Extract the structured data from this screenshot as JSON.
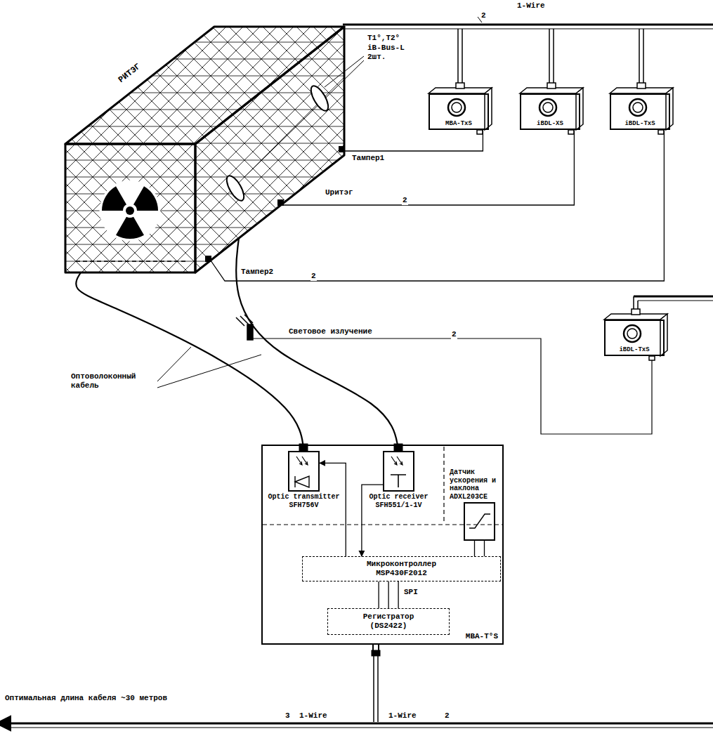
{
  "diagram": {
    "nodes": [
      {
        "text": [
          "РИТЭГ"
        ]
      },
      {
        "text": [
          "MBA-TxS"
        ]
      },
      {
        "text": [
          "iBDL-XS"
        ]
      },
      {
        "text": [
          "iBDL-TxS"
        ]
      },
      {
        "text": [
          "iBDL-TxS"
        ]
      },
      {
        "text": [
          "МВА-Т°S"
        ]
      },
      {
        "text": [
          "Optic transmitter SFH756V"
        ],
        "in": 5
      },
      {
        "text": [
          "Optic receiver SFH551/1-1V"
        ],
        "in": 5
      },
      {
        "text": [
          "Датчик ускорения и наклона ADXL203CE"
        ],
        "in": 5
      },
      {
        "text": [
          "Микроконтроллер MSP430F2012"
        ],
        "in": 5
      },
      {
        "text": [
          "Регистратор (DS2422)"
        ],
        "in": 5
      }
    ],
    "edges": [
      {
        "from": 0,
        "to": 1,
        "arrow": "none",
        "label": "Тампер1"
      },
      {
        "from": 0,
        "to": 2,
        "arrow": "none",
        "label": "Uритэг"
      },
      {
        "from": 0,
        "to": 3,
        "arrow": "none",
        "label": "Тампер2"
      },
      {
        "from": 0,
        "to": 6,
        "arrow": "none"
      },
      {
        "from": 0,
        "to": 7,
        "arrow": "none"
      },
      {
        "from": 9,
        "to": 6,
        "arrow": "to"
      },
      {
        "from": 7,
        "to": 9,
        "arrow": "to"
      },
      {
        "from": 8,
        "to": 9,
        "arrow": "none"
      },
      {
        "from": 9,
        "to": 10,
        "arrow": "none",
        "label": "SPI"
      }
    ],
    "labels": [
      "1-Wire",
      "2",
      "T1°,T2°",
      "iB-Bus-L 2шт.",
      "2",
      "2",
      "Световое излучение",
      "2",
      "Оптоволоконный кабель",
      "Оптимальная длина кабеля ~30 метров",
      "3",
      "1-Wire",
      "1-Wire",
      "2"
    ]
  }
}
